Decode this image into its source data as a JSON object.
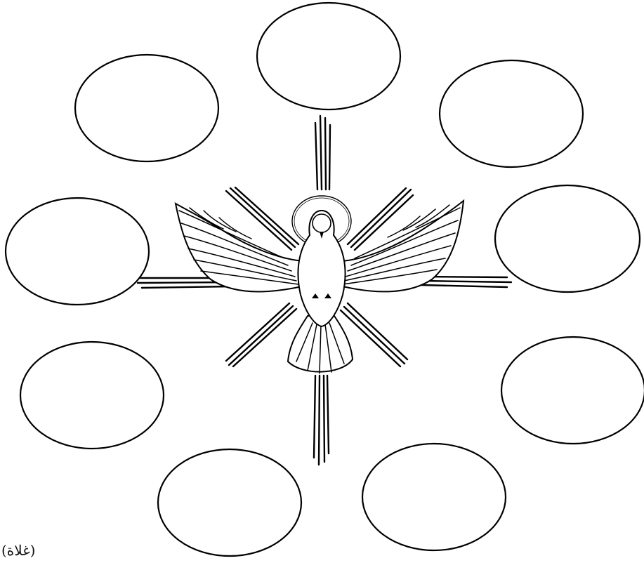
{
  "diagram": {
    "bubble_count": 9,
    "bubbles": [
      {
        "id": "top",
        "text": ""
      },
      {
        "id": "top-right",
        "text": ""
      },
      {
        "id": "right-upper",
        "text": ""
      },
      {
        "id": "right-lower",
        "text": ""
      },
      {
        "id": "bottom-right",
        "text": ""
      },
      {
        "id": "bottom-left",
        "text": ""
      },
      {
        "id": "left-lower",
        "text": ""
      },
      {
        "id": "left-upper",
        "text": ""
      },
      {
        "id": "top-left",
        "text": ""
      }
    ],
    "center_icon": "dove-with-halo-icon",
    "line_color": "#000000",
    "background_color": "#ffffff"
  },
  "footnote": {
    "text": "(غلاة)"
  }
}
